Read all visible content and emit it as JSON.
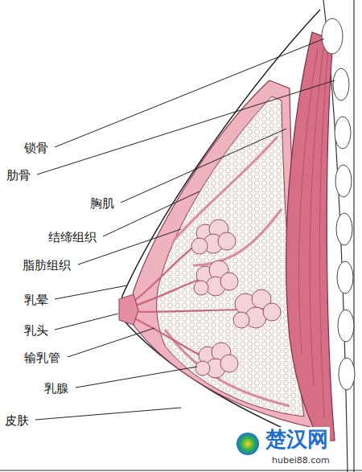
{
  "diagram": {
    "labels": [
      "锁骨",
      "肋骨",
      "胸肌",
      "结缔组织",
      "脂肪组织",
      "乳晕",
      "乳头",
      "输乳管",
      "乳腺",
      "皮肤",
      "楚汉网",
      "hubei88.com"
    ]
  }
}
